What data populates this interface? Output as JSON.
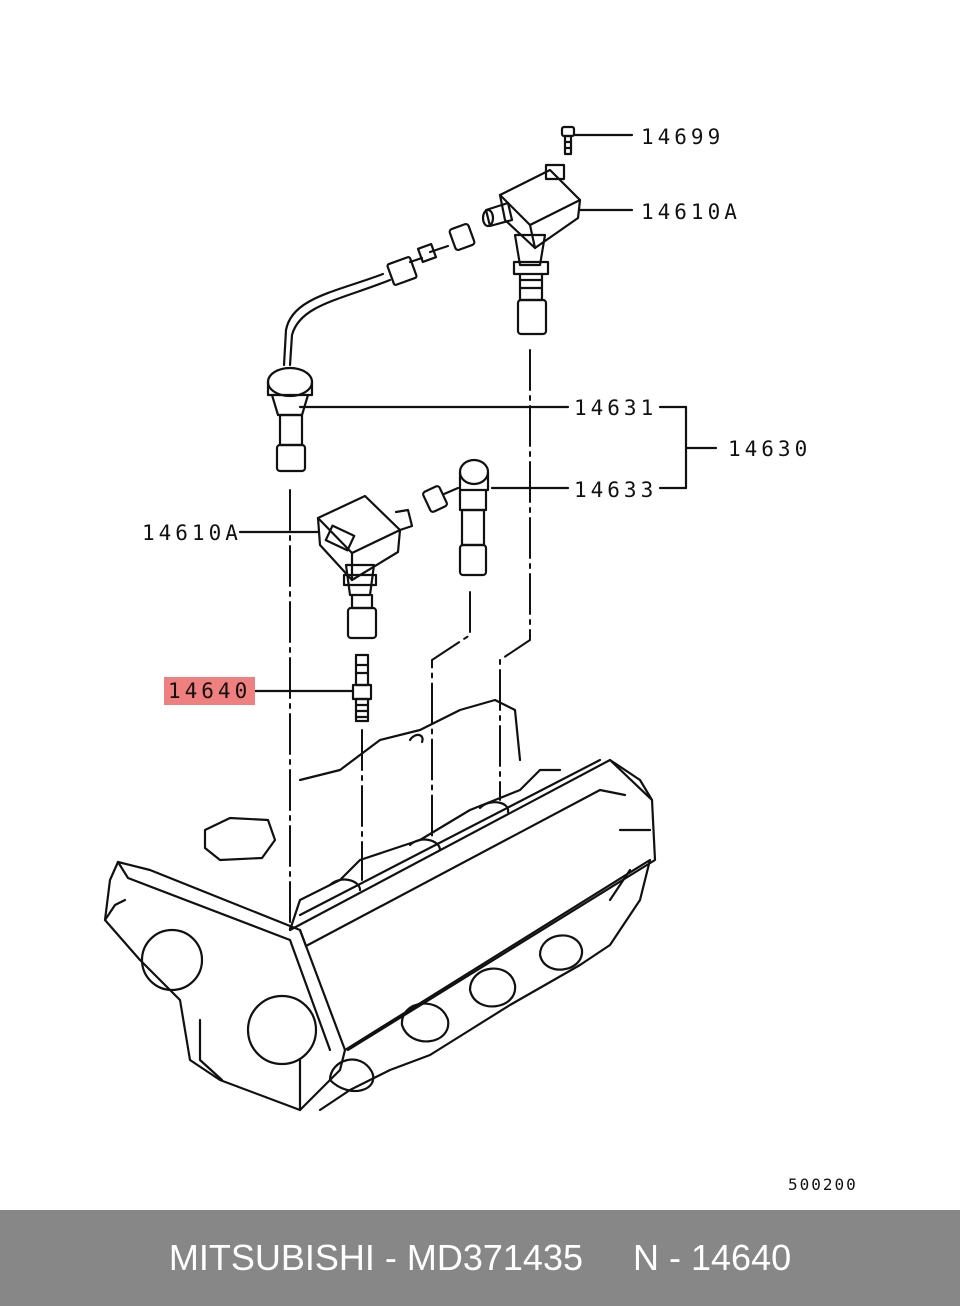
{
  "labels": {
    "l14699": "14699",
    "l14610a_top": "14610A",
    "l14631": "14631",
    "l14630": "14630",
    "l14633": "14633",
    "l14610a_left": "14610A",
    "l14640": "14640"
  },
  "diagram_code": "500200",
  "footer": {
    "brand": "MITSUBISHI",
    "sep": " - ",
    "part_number": "MD371435",
    "gap": "     ",
    "ref": "N - 14640"
  },
  "colors": {
    "highlight": "#f08080",
    "footer_bg": "#878787",
    "ink": "#111111"
  }
}
